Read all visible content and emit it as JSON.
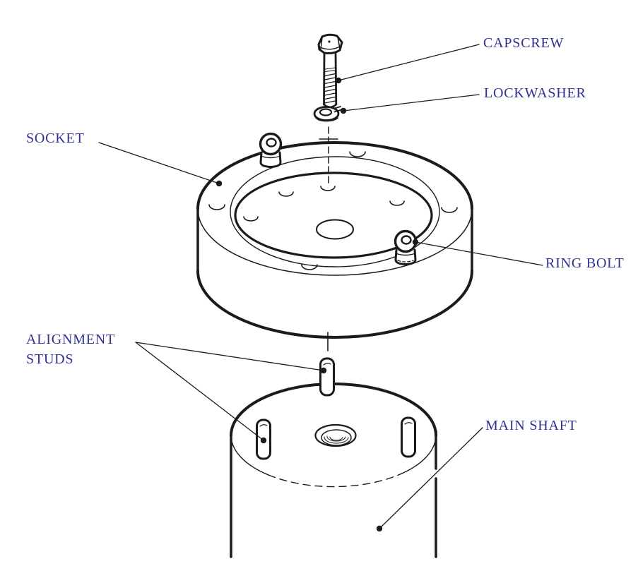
{
  "labels": {
    "capscrew": "CAPSCREW",
    "lockwasher": "LOCKWASHER",
    "socket": "SOCKET",
    "ring_bolt": "RING BOLT",
    "alignment_studs": "ALIGNMENT STUDS",
    "main_shaft": "MAIN SHAFT"
  },
  "colors": {
    "label_text": "#2e3192",
    "line": "#1b1b1b",
    "background": "#ffffff"
  }
}
